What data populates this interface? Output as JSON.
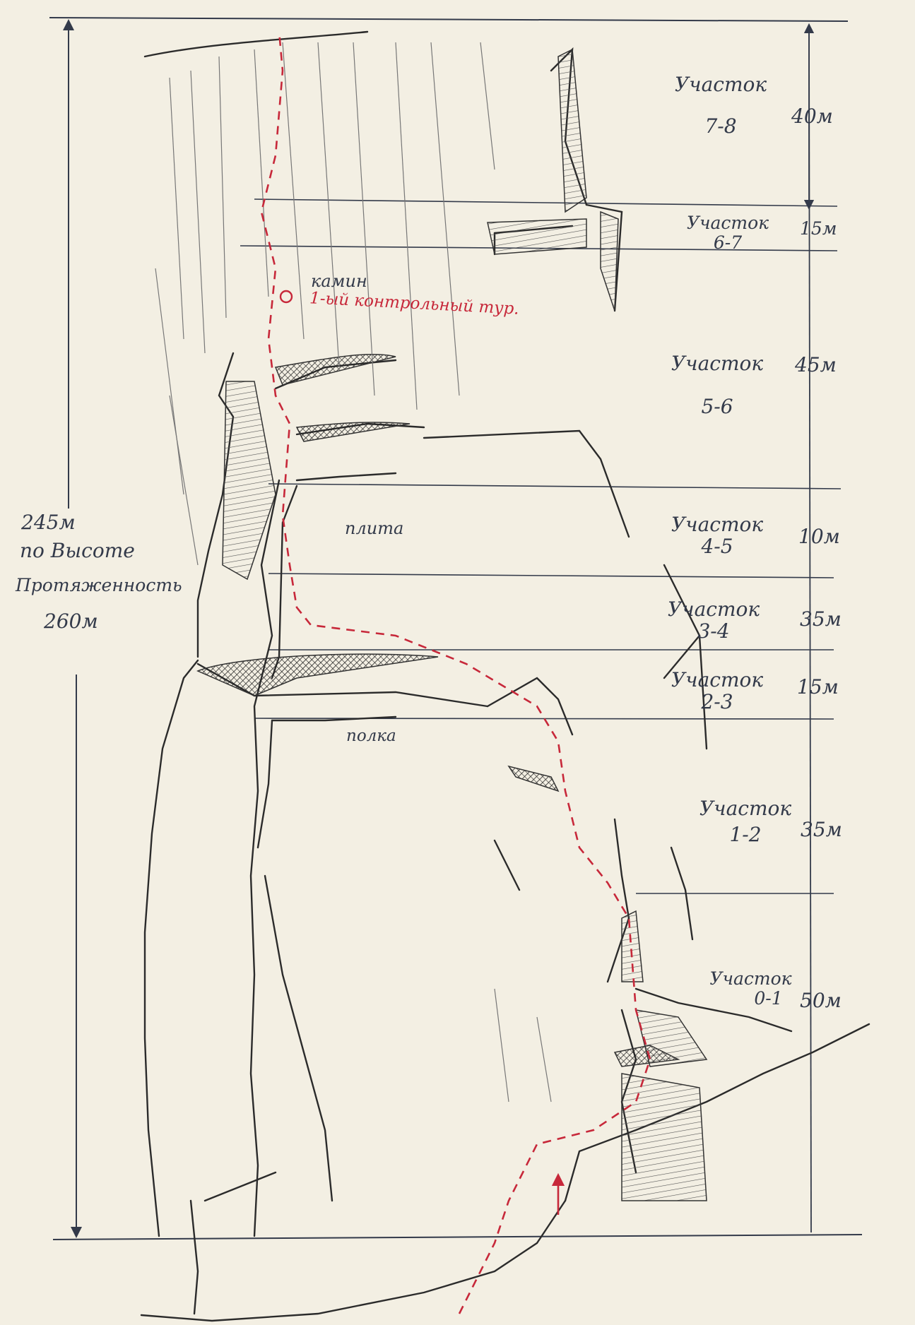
{
  "colors": {
    "paper": "#f3efe3",
    "ink": "#333a4a",
    "route": "#c7283a"
  },
  "left_scale": {
    "height_value": "245м",
    "height_label": "по Высоте",
    "length_label": "Протяженность",
    "length_value": "260м"
  },
  "sections": [
    {
      "label": "Участок",
      "range": "7-8",
      "height": "40м"
    },
    {
      "label": "Участок",
      "range": "6-7",
      "height": "15м"
    },
    {
      "label": "Участок",
      "range": "5-6",
      "height": "45м"
    },
    {
      "label": "Участок",
      "range": "4-5",
      "height": "10м"
    },
    {
      "label": "Участок",
      "range": "3-4",
      "height": "35м"
    },
    {
      "label": "Участок",
      "range": "2-3",
      "height": "15м"
    },
    {
      "label": "Участок",
      "range": "1-2",
      "height": "35м"
    },
    {
      "label": "Участок",
      "range": "0-1",
      "height": "50м"
    }
  ],
  "annotations": {
    "chimney": "камин",
    "control_cairn": "1-ый контрольный тур.",
    "slab": "плита",
    "ledge": "полка"
  }
}
